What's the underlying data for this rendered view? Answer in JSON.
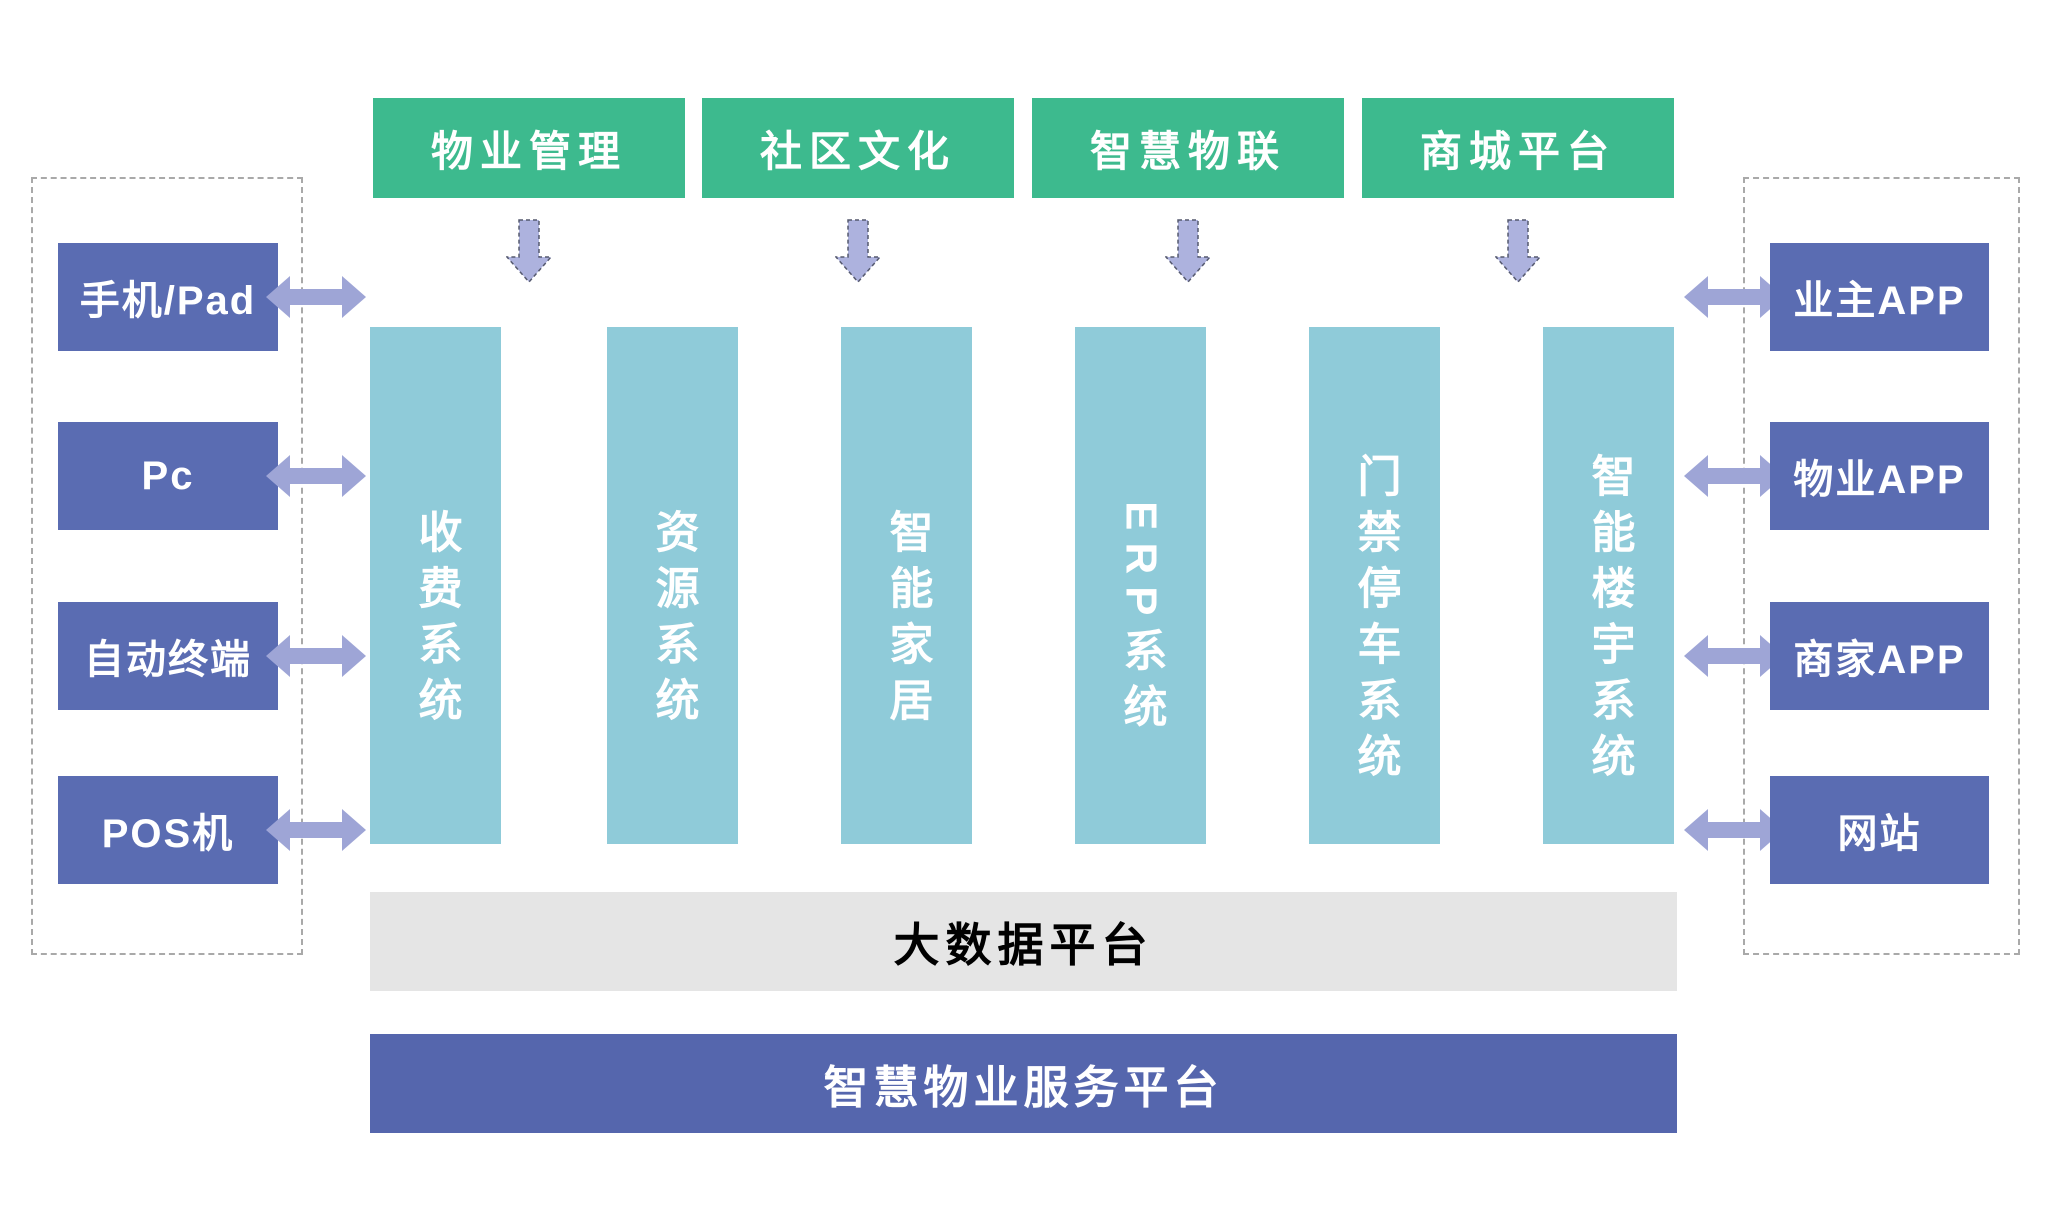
{
  "colors": {
    "module_green": "#3DBA8E",
    "system_teal": "#8FCBD9",
    "device_purple": "#5A6CB2",
    "platform_purple": "#5566AD",
    "arrow_purple": "#9EA5D6",
    "down_arrow_fill": "#ADB2DE",
    "bigdata_gray": "#E5E5E5",
    "dashed_border": "#A9A9A9"
  },
  "top_modules": [
    {
      "label": "物业管理"
    },
    {
      "label": "社区文化"
    },
    {
      "label": "智慧物联"
    },
    {
      "label": "商城平台"
    }
  ],
  "left_devices": [
    {
      "label": "手机/Pad"
    },
    {
      "label": "Pc"
    },
    {
      "label": "自动终端"
    },
    {
      "label": "POS机"
    }
  ],
  "systems": [
    {
      "label": "收费系统"
    },
    {
      "label": "资源系统"
    },
    {
      "label": "智能家居"
    },
    {
      "label": "ERP系统"
    },
    {
      "label": "门禁停车系统"
    },
    {
      "label": "智能楼宇系统"
    }
  ],
  "right_apps": [
    {
      "label": "业主APP"
    },
    {
      "label": "物业APP"
    },
    {
      "label": "商家APP"
    },
    {
      "label": "网站"
    }
  ],
  "platforms": {
    "big_data": "大数据平台",
    "service": "智慧物业服务平台"
  }
}
